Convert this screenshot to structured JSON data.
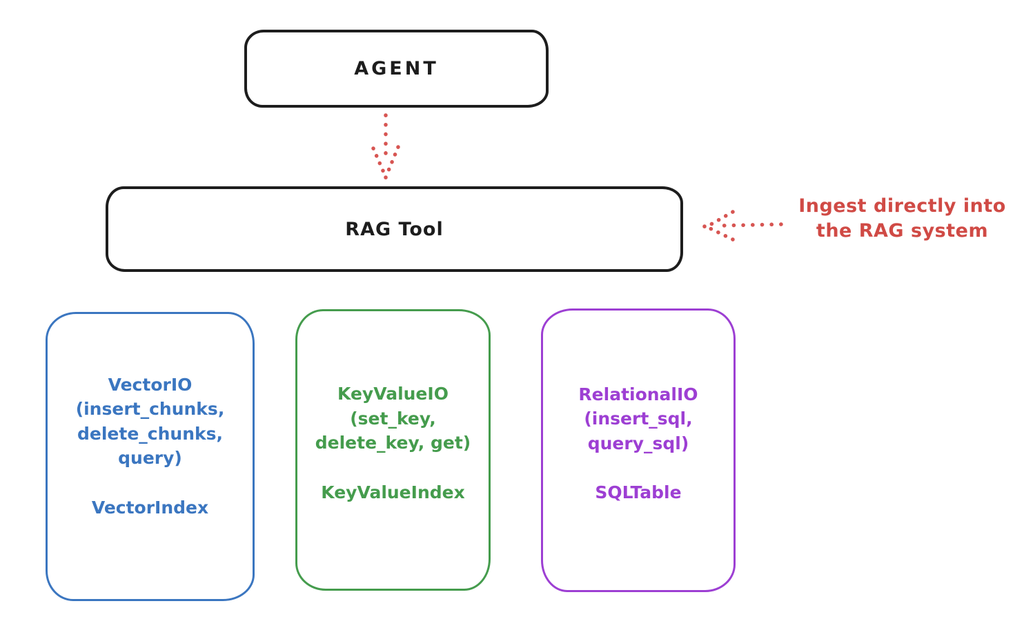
{
  "diagram": {
    "agent": {
      "label": "AGENT"
    },
    "rag_tool": {
      "label": "RAG Tool"
    },
    "annotation": {
      "line1": "Ingest directly into",
      "line2": "the RAG system"
    },
    "arrows": {
      "agent_to_rag": "dotted-red-arrow-down",
      "annotation_to_rag": "dotted-red-arrow-left"
    },
    "colors": {
      "stroke_black": "#1d1d1d",
      "red": "#d75552",
      "annotation_red": "#d04a45",
      "blue": "#3b76c0",
      "green": "#459c4d",
      "purple": "#9d3fd3"
    },
    "boxes": [
      {
        "name": "vector-io",
        "color": "#3b76c0",
        "lines": [
          "VectorIO",
          "(insert_chunks,",
          "delete_chunks,",
          "query)"
        ],
        "footer": "VectorIndex"
      },
      {
        "name": "keyvalue-io",
        "color": "#459c4d",
        "lines": [
          "KeyValueIO",
          "(set_key,",
          "delete_key, get)"
        ],
        "footer": "KeyValueIndex"
      },
      {
        "name": "relational-io",
        "color": "#9d3fd3",
        "lines": [
          "RelationalIO",
          "(insert_sql,",
          "query_sql)"
        ],
        "footer": "SQLTable"
      }
    ]
  }
}
